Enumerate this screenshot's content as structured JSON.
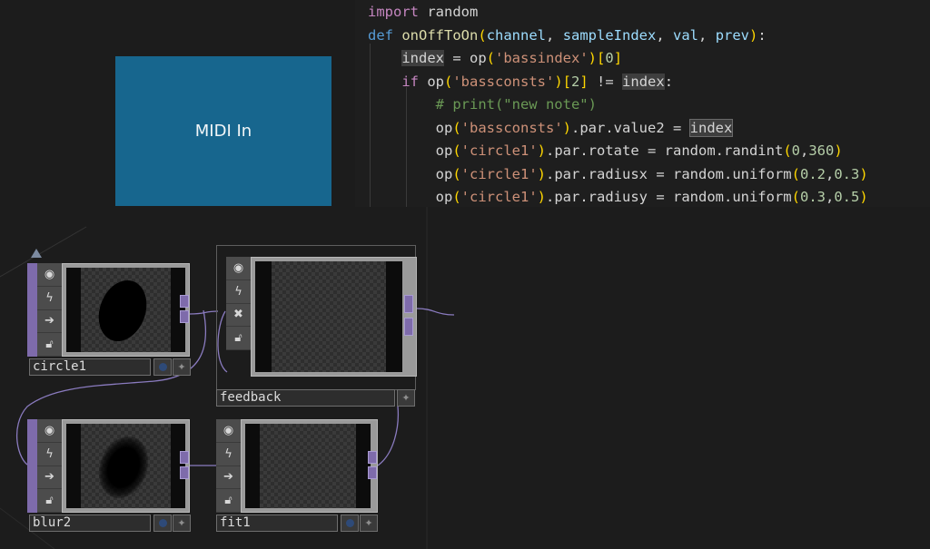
{
  "midi_panel": {
    "label": "MIDI In",
    "color": "#17668e"
  },
  "editor": {
    "lines": [
      [
        {
          "t": "import",
          "c": "kw"
        },
        {
          "t": " random",
          "c": ""
        }
      ],
      [
        {
          "t": "def",
          "c": "def"
        },
        {
          "t": " ",
          "c": ""
        },
        {
          "t": "onOffToOn",
          "c": "fn"
        },
        {
          "t": "(",
          "c": "br1"
        },
        {
          "t": "channel",
          "c": "param"
        },
        {
          "t": ", ",
          "c": ""
        },
        {
          "t": "sampleIndex",
          "c": "param"
        },
        {
          "t": ", ",
          "c": ""
        },
        {
          "t": "val",
          "c": "param"
        },
        {
          "t": ", ",
          "c": ""
        },
        {
          "t": "prev",
          "c": "param"
        },
        {
          "t": ")",
          "c": "br1"
        },
        {
          "t": ":",
          "c": ""
        }
      ],
      [
        {
          "t": "    ",
          "c": ""
        },
        {
          "t": "index",
          "c": "hl"
        },
        {
          "t": " = op",
          "c": ""
        },
        {
          "t": "(",
          "c": "br1"
        },
        {
          "t": "'bassindex'",
          "c": "str"
        },
        {
          "t": ")",
          "c": "br1"
        },
        {
          "t": "[",
          "c": "br1"
        },
        {
          "t": "0",
          "c": "num"
        },
        {
          "t": "]",
          "c": "br1"
        }
      ],
      [
        {
          "t": "    ",
          "c": ""
        },
        {
          "t": "if",
          "c": "kw"
        },
        {
          "t": " op",
          "c": ""
        },
        {
          "t": "(",
          "c": "br1"
        },
        {
          "t": "'bassconsts'",
          "c": "str"
        },
        {
          "t": ")",
          "c": "br1"
        },
        {
          "t": "[",
          "c": "br1"
        },
        {
          "t": "2",
          "c": "num"
        },
        {
          "t": "]",
          "c": "br1"
        },
        {
          "t": " != ",
          "c": ""
        },
        {
          "t": "index",
          "c": "hl"
        },
        {
          "t": ":",
          "c": ""
        }
      ],
      [
        {
          "t": "        ",
          "c": ""
        },
        {
          "t": "# print(\"new note\")",
          "c": "cm"
        }
      ],
      [
        {
          "t": "        op",
          "c": ""
        },
        {
          "t": "(",
          "c": "br1"
        },
        {
          "t": "'bassconsts'",
          "c": "str"
        },
        {
          "t": ")",
          "c": "br1"
        },
        {
          "t": ".par.value2 = ",
          "c": ""
        },
        {
          "t": "index",
          "c": "sel"
        }
      ],
      [
        {
          "t": "        op",
          "c": ""
        },
        {
          "t": "(",
          "c": "br1"
        },
        {
          "t": "'circle1'",
          "c": "str"
        },
        {
          "t": ")",
          "c": "br1"
        },
        {
          "t": ".par.rotate = random.randint",
          "c": ""
        },
        {
          "t": "(",
          "c": "br1"
        },
        {
          "t": "0",
          "c": "num"
        },
        {
          "t": ",",
          "c": ""
        },
        {
          "t": "360",
          "c": "num"
        },
        {
          "t": ")",
          "c": "br1"
        }
      ],
      [
        {
          "t": "        op",
          "c": ""
        },
        {
          "t": "(",
          "c": "br1"
        },
        {
          "t": "'circle1'",
          "c": "str"
        },
        {
          "t": ")",
          "c": "br1"
        },
        {
          "t": ".par.radiusx = random.uniform",
          "c": ""
        },
        {
          "t": "(",
          "c": "br1"
        },
        {
          "t": "0.2",
          "c": "num"
        },
        {
          "t": ",",
          "c": ""
        },
        {
          "t": "0.3",
          "c": "num"
        },
        {
          "t": ")",
          "c": "br1"
        }
      ],
      [
        {
          "t": "        op",
          "c": ""
        },
        {
          "t": "(",
          "c": "br1"
        },
        {
          "t": "'circle1'",
          "c": "str"
        },
        {
          "t": ")",
          "c": "br1"
        },
        {
          "t": ".par.radiusy = random.uniform",
          "c": ""
        },
        {
          "t": "(",
          "c": "br1"
        },
        {
          "t": "0.3",
          "c": "num"
        },
        {
          "t": ",",
          "c": ""
        },
        {
          "t": "0.5",
          "c": "num"
        },
        {
          "t": ")",
          "c": "br1"
        }
      ]
    ]
  },
  "operators": [
    {
      "name": "circle1",
      "icons": [
        "viewer-active-icon",
        "bypass-icon",
        "export-icon",
        "lock-icon"
      ],
      "preview": "ellipse"
    },
    {
      "name": "feedback",
      "icons": [
        "viewer-active-icon",
        "bypass-icon",
        "close-icon",
        "lock-icon"
      ],
      "preview": "checker"
    },
    {
      "name": "blur2",
      "icons": [
        "viewer-active-icon",
        "bypass-icon",
        "export-icon",
        "lock-icon"
      ],
      "preview": "blurred-ellipse"
    },
    {
      "name": "fit1",
      "icons": [
        "viewer-active-icon",
        "bypass-icon",
        "export-icon",
        "lock-icon"
      ],
      "preview": "checker"
    }
  ],
  "colors": {
    "operator_family": "#7e6bab",
    "wire": "#8a7bbf",
    "background": "#1c1c1c"
  }
}
